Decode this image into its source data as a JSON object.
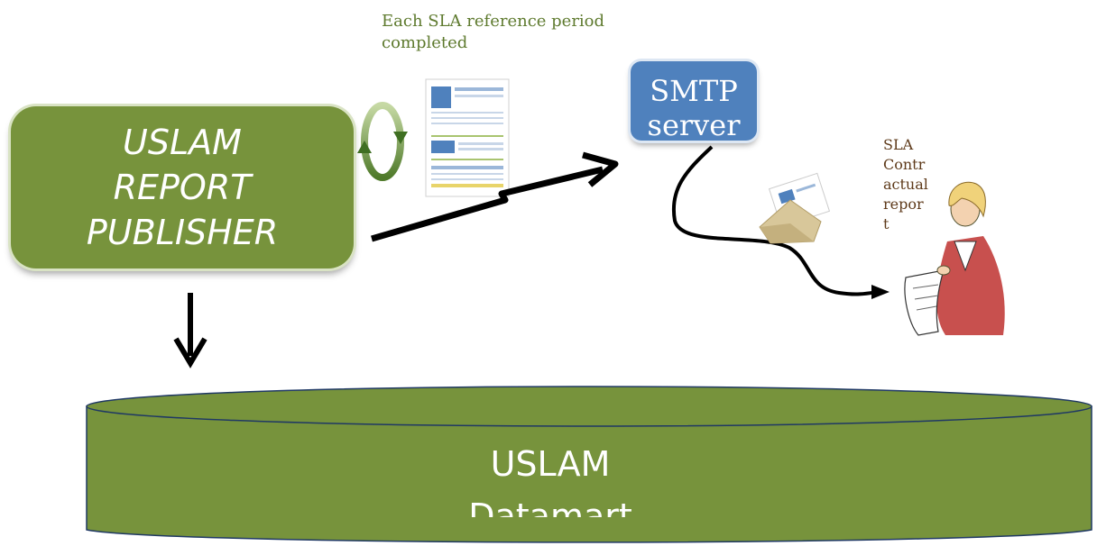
{
  "caption_top": "Each SLA reference period completed",
  "publisher": {
    "label": "USLAM\nREPORT\nPUBLISHER"
  },
  "smtp": {
    "label": "SMTP server"
  },
  "recipient_caption": "SLA Contractual report",
  "datamart": {
    "label": "USLAM Datamart"
  },
  "colors": {
    "publisher_fill": "#77933c",
    "datamart_fill": "#77933c",
    "smtp_fill": "#4f81bd",
    "caption_text": "#5e7a2e"
  }
}
